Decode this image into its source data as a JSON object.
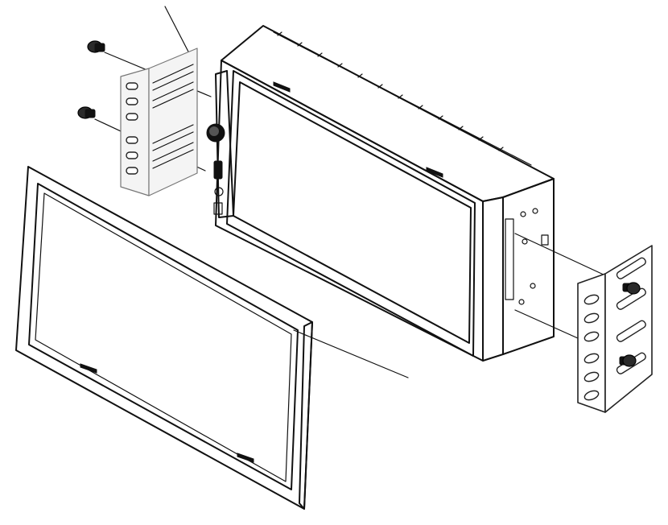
{
  "figure": {
    "parts": [
      {
        "name": "head-unit",
        "shape": "double-din-radio"
      },
      {
        "name": "trim-frame",
        "shape": "rectangular-bezel"
      },
      {
        "name": "left-bracket",
        "shape": "slotted-mounting-bracket"
      },
      {
        "name": "right-bracket",
        "shape": "slotted-mounting-bracket"
      },
      {
        "name": "screws",
        "count": 4
      }
    ],
    "colors": {
      "line": "#111111",
      "screw": "#2a2a2a",
      "background": "#ffffff"
    }
  }
}
